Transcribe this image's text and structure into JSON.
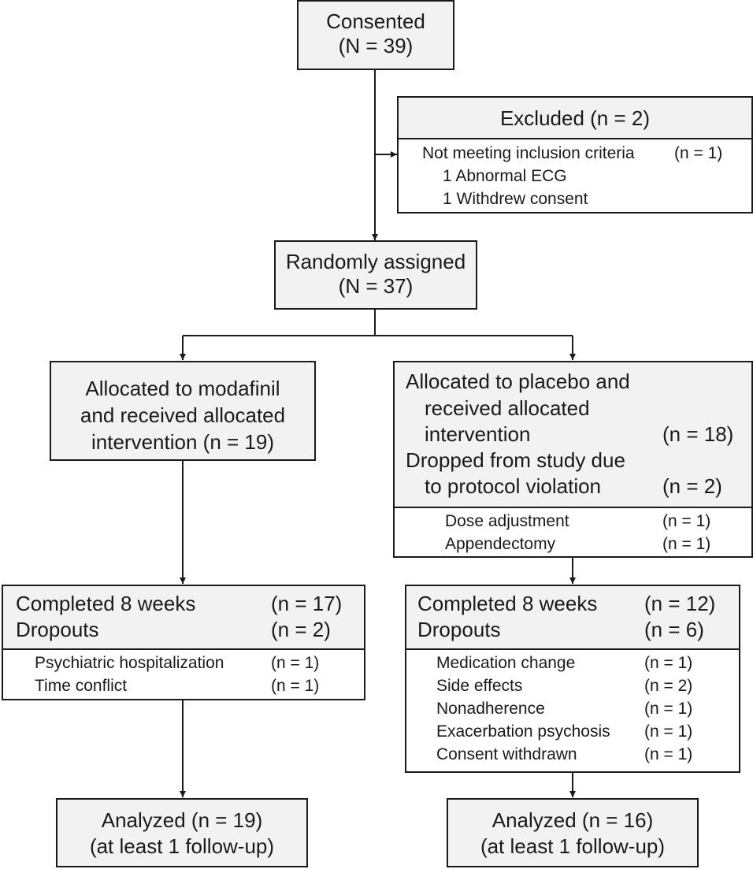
{
  "consented": {
    "line1": "Consented",
    "line2": "(N = 39)"
  },
  "excluded": {
    "title": "Excluded (n = 2)",
    "reason": "Not meeting inclusion criteria",
    "reason_n": "(n = 1)",
    "detail1": "1 Abnormal ECG",
    "detail2": "1 Withdrew consent"
  },
  "randomized": {
    "line1": "Randomly assigned",
    "line2": "(N = 37)"
  },
  "modafinil": {
    "line1": "Allocated to modafinil",
    "line2": "and received allocated",
    "line3": "intervention (n = 19)"
  },
  "placebo": {
    "line1": "Allocated to placebo and",
    "line2": "received allocated",
    "line3": "intervention",
    "line3_n": "(n = 18)",
    "line4": "Dropped from study due",
    "line5": "to protocol violation",
    "line5_n": "(n = 2)",
    "reasons": [
      {
        "label": "Dose adjustment",
        "n": "(n = 1)"
      },
      {
        "label": "Appendectomy",
        "n": "(n = 1)"
      }
    ]
  },
  "modafinil_completed": {
    "completed": "Completed 8 weeks",
    "completed_n": "(n = 17)",
    "dropouts": "Dropouts",
    "dropouts_n": "(n = 2)",
    "reasons": [
      {
        "label": "Psychiatric hospitalization",
        "n": "(n = 1)"
      },
      {
        "label": "Time conflict",
        "n": "(n = 1)"
      }
    ]
  },
  "placebo_completed": {
    "completed": "Completed 8 weeks",
    "completed_n": "(n = 12)",
    "dropouts": "Dropouts",
    "dropouts_n": "(n = 6)",
    "reasons": [
      {
        "label": "Medication change",
        "n": "(n = 1)"
      },
      {
        "label": "Side effects",
        "n": "(n = 2)"
      },
      {
        "label": "Nonadherence",
        "n": "(n = 1)"
      },
      {
        "label": "Exacerbation psychosis",
        "n": "(n = 1)"
      },
      {
        "label": "Consent withdrawn",
        "n": "(n = 1)"
      }
    ]
  },
  "modafinil_analyzed": {
    "line1": "Analyzed (n = 19)",
    "line2": "(at least 1 follow-up)"
  },
  "placebo_analyzed": {
    "line1": "Analyzed (n = 16)",
    "line2": "(at least 1 follow-up)"
  }
}
